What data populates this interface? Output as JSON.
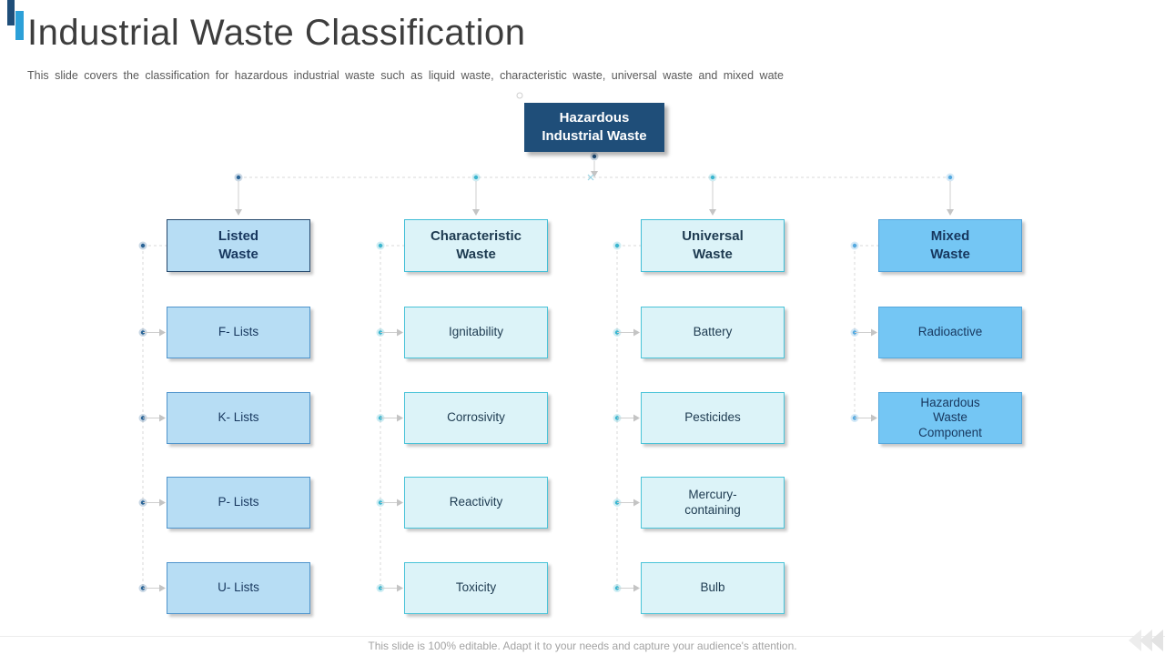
{
  "slide": {
    "title": "Industrial Waste Classification",
    "subtitle": "This slide covers the classification for hazardous industrial waste such as liquid waste, characteristic waste, universal waste and mixed wate",
    "footer": "This slide is 100% editable. Adapt it to your needs and capture your audience's attention."
  },
  "diagram": {
    "root": {
      "label": "Hazardous\nIndustrial Waste"
    },
    "columns": [
      {
        "style": "blue",
        "header": "Listed\nWaste",
        "children": [
          "F- Lists",
          "K- Lists",
          "P- Lists",
          "U- Lists"
        ]
      },
      {
        "style": "cyan",
        "header": "Characteristic\nWaste",
        "children": [
          "Ignitability",
          "Corrosivity",
          "Reactivity",
          "Toxicity"
        ]
      },
      {
        "style": "cyan",
        "header": "Universal\nWaste",
        "children": [
          "Battery",
          "Pesticides",
          "Mercury-\ncontaining",
          "Bulb"
        ]
      },
      {
        "style": "sky",
        "header": "Mixed\nWaste",
        "children": [
          "Radioactive",
          "Hazardous\nWaste\nComponent"
        ]
      }
    ]
  },
  "palette": {
    "blue": {
      "fill": "#b7ddf4",
      "border": "#24476b",
      "child_border": "#4f94cc",
      "text": "#17375e",
      "dot": "#2a6496"
    },
    "cyan": {
      "fill": "#dcf3f8",
      "border": "#3fbdd6",
      "child_border": "#49c3d8",
      "text": "#1d3a50",
      "dot": "#3cb6cf"
    },
    "sky": {
      "fill": "#74c6f4",
      "border": "#4fa0d8",
      "child_border": "#55a8dc",
      "text": "#17375e",
      "dot": "#54a9e0"
    }
  },
  "colors": {
    "navy": "#1f4e79",
    "accent_light": "#2ca0d8",
    "dashed_line": "#d9d9d9",
    "solid_line": "#cfcfcf",
    "arrow": "#c4c4c4",
    "chevron": "#e6e6e6"
  }
}
